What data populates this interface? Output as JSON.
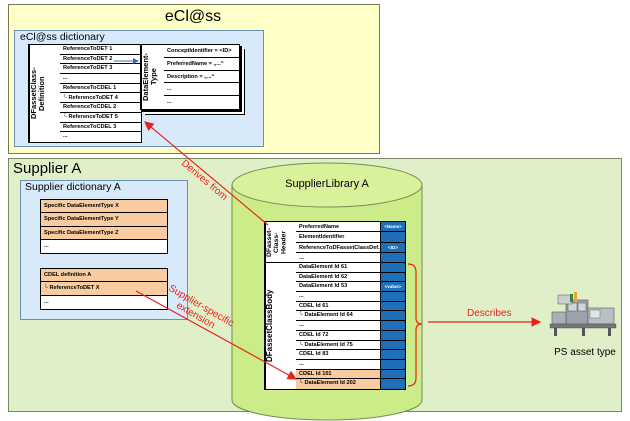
{
  "eclass": {
    "title": "eCl@ss",
    "dict_title": "eCl@ss dictionary",
    "class_label": "DFassetClass-\nDefinition",
    "class_rows": [
      "ReferenceToDET 1",
      "ReferenceToDET 2",
      "ReferenceToDET 3",
      "...",
      "ReferenceToCDEL 1",
      "└ ReferenceToDET 4",
      "ReferenceToCDEL 2",
      "└ ReferenceToDET 5",
      "ReferenceToCDEL 3",
      "..."
    ],
    "det_label": "DataElement-\nType",
    "det_rows": [
      "ConceptIdentifier = <ID>",
      "PreferredName = „...“",
      "Description = „...“",
      "...",
      "..."
    ]
  },
  "supplier": {
    "title": "Supplier A",
    "dict_title": "Supplier dictionary A",
    "det_rows": [
      "Specific DataElementType X",
      "Specific DataElementType Y",
      "Specific DataElementType Z",
      "..."
    ],
    "cdel_rows": [
      "CDEL definition A",
      "└ ReferenceToDET X",
      "..."
    ],
    "library_title": "SupplierLibrary A",
    "header_label": "DFasset-\nClass-\nHeader",
    "header_rows": [
      {
        "label": "PreferredName",
        "value": "<Name>"
      },
      {
        "label": "ElementIdentifier",
        "value": ""
      },
      {
        "label": "ReferenceToDFassetClassDef.",
        "value": "<ID>"
      },
      {
        "label": "...",
        "value": ""
      }
    ],
    "body_label": "DFassetClassBody",
    "body_rows": [
      {
        "label": "DataElement Id 61",
        "value": ""
      },
      {
        "label": "DataElement Id 62",
        "value": ""
      },
      {
        "label": "DataElement Id 53",
        "value": "<value>"
      },
      {
        "label": "...",
        "value": ""
      },
      {
        "label": "CDEL Id 61",
        "value": ""
      },
      {
        "label": "└ DataElement Id 64",
        "value": ""
      },
      {
        "label": "...",
        "value": ""
      },
      {
        "label": "CDEL Id 72",
        "value": ""
      },
      {
        "label": "└ DataElement Id 75",
        "value": ""
      },
      {
        "label": "CDEL Id 83",
        "value": ""
      },
      {
        "label": "...",
        "value": ""
      },
      {
        "label": "CDEL Id 101",
        "value": ""
      },
      {
        "label": "└ DataElement Id 202",
        "value": ""
      }
    ]
  },
  "annotations": {
    "derives_from": "Derives from",
    "extension": "Supplier-specific\nextension",
    "describes": "Describes"
  },
  "ps_asset": "PS asset type"
}
